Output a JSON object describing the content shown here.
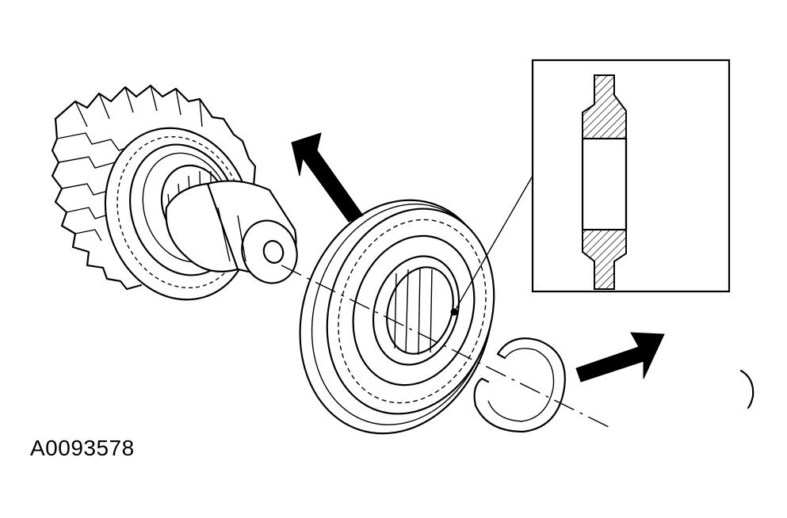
{
  "figure": {
    "reference_code": "A0093578"
  },
  "colors": {
    "ink": "#000000",
    "paper": "#ffffff"
  },
  "callouts": [
    {
      "icon": "arrow-icon",
      "points_to": "synchronizer-sleeve"
    },
    {
      "icon": "arrow-icon",
      "points_to": "detail-groove"
    },
    {
      "icon": "arrow-icon",
      "points_to": "snap-ring"
    }
  ]
}
